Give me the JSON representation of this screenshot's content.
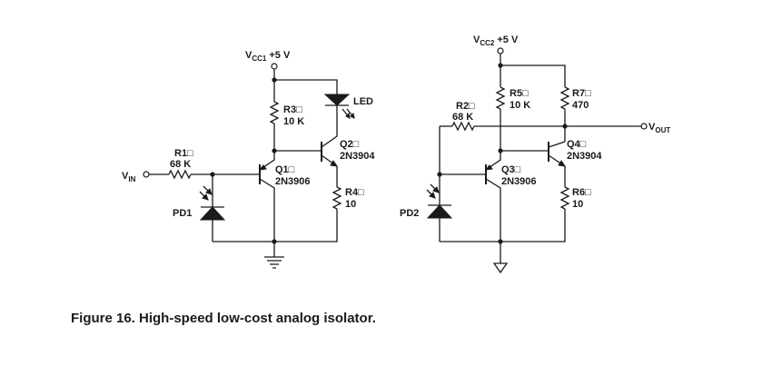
{
  "circuit1": {
    "vcc": "V",
    "vcc_sub": "CC1",
    "vcc_value": "+5 V",
    "vin": "V",
    "vin_sub": "IN",
    "r1_name": "R1□",
    "r1_value": "68 K",
    "r3_name": "R3□",
    "r3_value": "10 K",
    "r4_name": "R4□",
    "r4_value": "10",
    "q1_name": "Q1□",
    "q1_part": "2N3906",
    "q2_name": "Q2□",
    "q2_part": "2N3904",
    "led": "LED",
    "pd": "PD1"
  },
  "circuit2": {
    "vcc": "V",
    "vcc_sub": "CC2",
    "vcc_value": "+5 V",
    "vout": "V",
    "vout_sub": "OUT",
    "r2_name": "R2□",
    "r2_value": "68 K",
    "r5_name": "R5□",
    "r5_value": "10 K",
    "r7_name": "R7□",
    "r7_value": "470",
    "r6_name": "R6□",
    "r6_value": "10",
    "q3_name": "Q3□",
    "q3_part": "2N3906",
    "q4_name": "Q4□",
    "q4_part": "2N3904",
    "pd": "PD2"
  },
  "caption": "Figure 16. High-speed low-cost analog isolator."
}
